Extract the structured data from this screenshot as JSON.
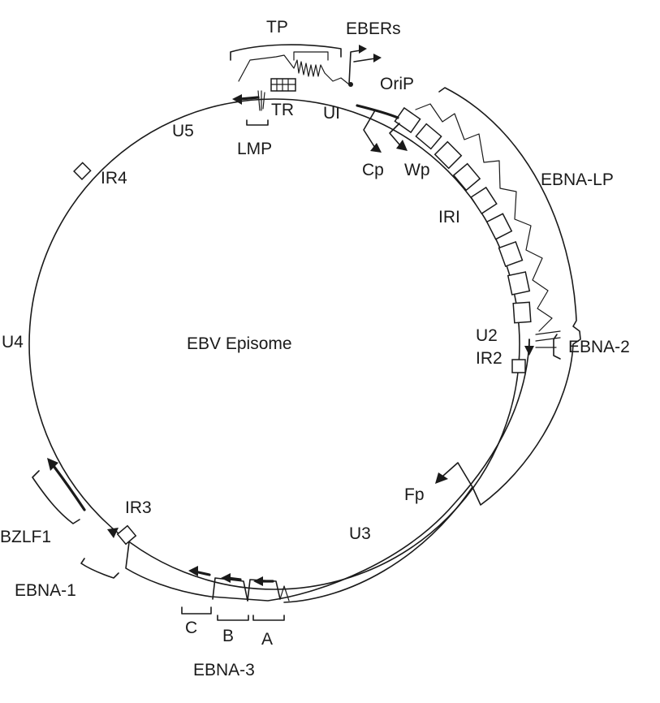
{
  "diagram": {
    "center_label": "EBV Episome",
    "regions": {
      "u1": "UI",
      "u2": "U2",
      "u3": "U3",
      "u4": "U4",
      "u5": "U5",
      "ir1": "IRI",
      "ir2": "IR2",
      "ir3": "IR3",
      "ir4": "IR4",
      "tr": "TR"
    },
    "promoters": {
      "cp": "Cp",
      "wp": "Wp",
      "fp": "Fp"
    },
    "elements": {
      "orip": "OriP",
      "ebers": "EBERs"
    },
    "transcripts": {
      "tp": "TP",
      "lmp": "LMP",
      "ebna_lp": "EBNA-LP",
      "ebna_2": "EBNA-2",
      "ebna_1": "EBNA-1",
      "bzlf1": "BZLF1",
      "ebna_3": "EBNA-3",
      "ebna_3a": "A",
      "ebna_3b": "B",
      "ebna_3c": "C"
    }
  }
}
